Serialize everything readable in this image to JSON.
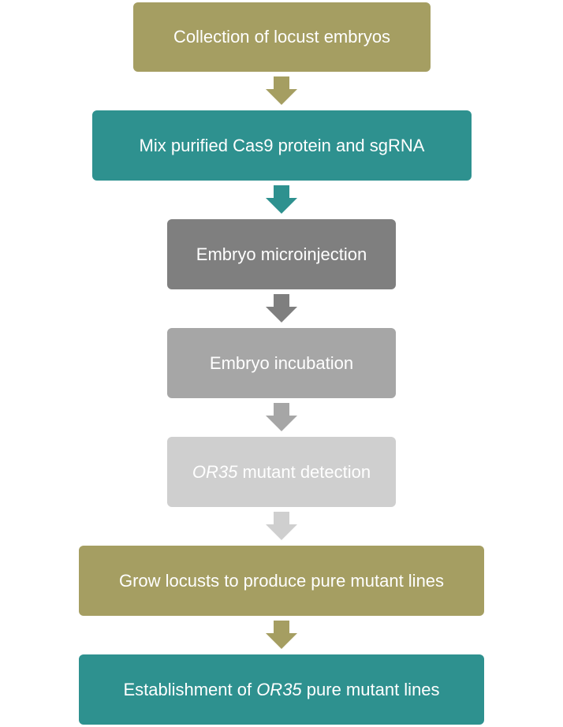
{
  "steps": [
    {
      "id": "collection",
      "text": "Collection of locust embryos",
      "color": "#a59e62"
    },
    {
      "id": "mix",
      "text": "Mix purified Cas9 protein and sgRNA",
      "color": "#2e918f"
    },
    {
      "id": "microinjection",
      "text": "Embryo microinjection",
      "color": "#7f7f7f"
    },
    {
      "id": "incubation",
      "text": "Embryo incubation",
      "color": "#a6a6a6"
    },
    {
      "id": "detection",
      "gene": "OR35",
      "rest": " mutant detection",
      "color": "#cfcfcf"
    },
    {
      "id": "grow",
      "text": "Grow locusts to produce pure mutant lines",
      "color": "#a59e62"
    },
    {
      "id": "establishment",
      "prefix": "Establishment of ",
      "gene": "OR35",
      "suffix": " pure mutant lines",
      "color": "#2e918f"
    }
  ],
  "arrows": [
    {
      "color": "#a59e62"
    },
    {
      "color": "#2e918f"
    },
    {
      "color": "#7f7f7f"
    },
    {
      "color": "#a6a6a6"
    },
    {
      "color": "#cfcfcf"
    },
    {
      "color": "#a59e62"
    }
  ]
}
